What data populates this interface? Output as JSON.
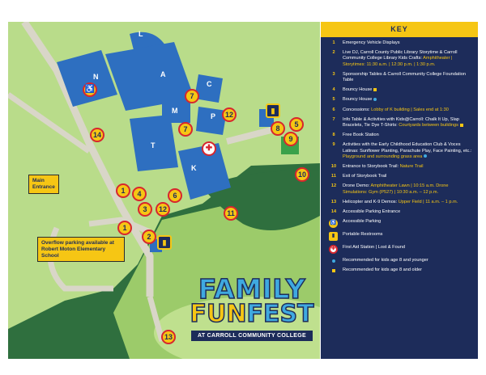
{
  "map": {
    "buildings": [
      "L",
      "N",
      "A",
      "C",
      "M",
      "P",
      "T",
      "K"
    ],
    "markers": [
      "1",
      "2",
      "3",
      "4",
      "5",
      "6",
      "7",
      "7",
      "8",
      "9",
      "10",
      "11",
      "12",
      "12",
      "13",
      "14"
    ],
    "callouts": {
      "main_entrance": "Main Entrance",
      "overflow": "Overflow parking available at Robert Moton Elementary School"
    },
    "logo": {
      "line1": "FAMILY",
      "line2a": "FUN",
      "line2b": "FEST",
      "line3": "AT CARROLL COMMUNITY COLLEGE"
    }
  },
  "key": {
    "title": "KEY",
    "items": [
      {
        "num": "1",
        "text": "Emergency Vehicle Displays"
      },
      {
        "num": "2",
        "text": "Live DJ, Carroll County Public Library Storytime & Carroll Community College Library Kids Crafts: ",
        "hl": "Amphitheater | Storytimes: 11:30 a.m. | 12:30 p.m. | 1:30 p.m."
      },
      {
        "num": "3",
        "text": "Sponsorship Tables & Carroll Community College Foundation Table"
      },
      {
        "num": "4",
        "text": "Bouncy House"
      },
      {
        "num": "5",
        "text": "Bouncy House"
      },
      {
        "num": "6",
        "text": "Concessions: ",
        "hl": "Lobby of K building | Sales end at 1:30"
      },
      {
        "num": "7",
        "text": "Info Table & Activities with Kids@Carroll: Chalk It Up, Slap Bracelets, Tie Dye T-Shirts: ",
        "hl": "Courtyards between buildings"
      },
      {
        "num": "8",
        "text": "Free Book Station"
      },
      {
        "num": "9",
        "text": "Activities with the Early Childhood Education Club & Voces Latinas: Sunflower Planting, Parachute Play, Face Painting, etc.: ",
        "hl": "Playground and surrounding grass area"
      },
      {
        "num": "10",
        "text": "Entrance to Storybook Trail: ",
        "hl": "Nature Trail"
      },
      {
        "num": "11",
        "text": "Exit of Storybook Trail"
      },
      {
        "num": "12",
        "text": "Drone Demo: ",
        "hl": "Amphitheater Lawn | 10:15 a.m. Drone Simulations: Gym (P527) | 10:30 a.m. – 12 p.m."
      },
      {
        "num": "13",
        "text": "Helicopter and K-9 Demos: ",
        "hl": "Upper Field | 11 a.m. – 1 p.m."
      },
      {
        "num": "14",
        "text": "Accessible Parking Entrance"
      }
    ],
    "symbols": [
      {
        "icon": "accessible-icon",
        "text": "Accessible Parking"
      },
      {
        "icon": "restroom-icon",
        "text": "Portable Restrooms"
      },
      {
        "icon": "first-aid-icon",
        "text": "First Aid Station | Lost & Found"
      }
    ],
    "legend": [
      {
        "text": "Recommended for kids age 8 and younger",
        "color": "#3fa9e0"
      },
      {
        "text": "Recommended for kids age 8 and older",
        "color": "#f6c614"
      }
    ]
  }
}
